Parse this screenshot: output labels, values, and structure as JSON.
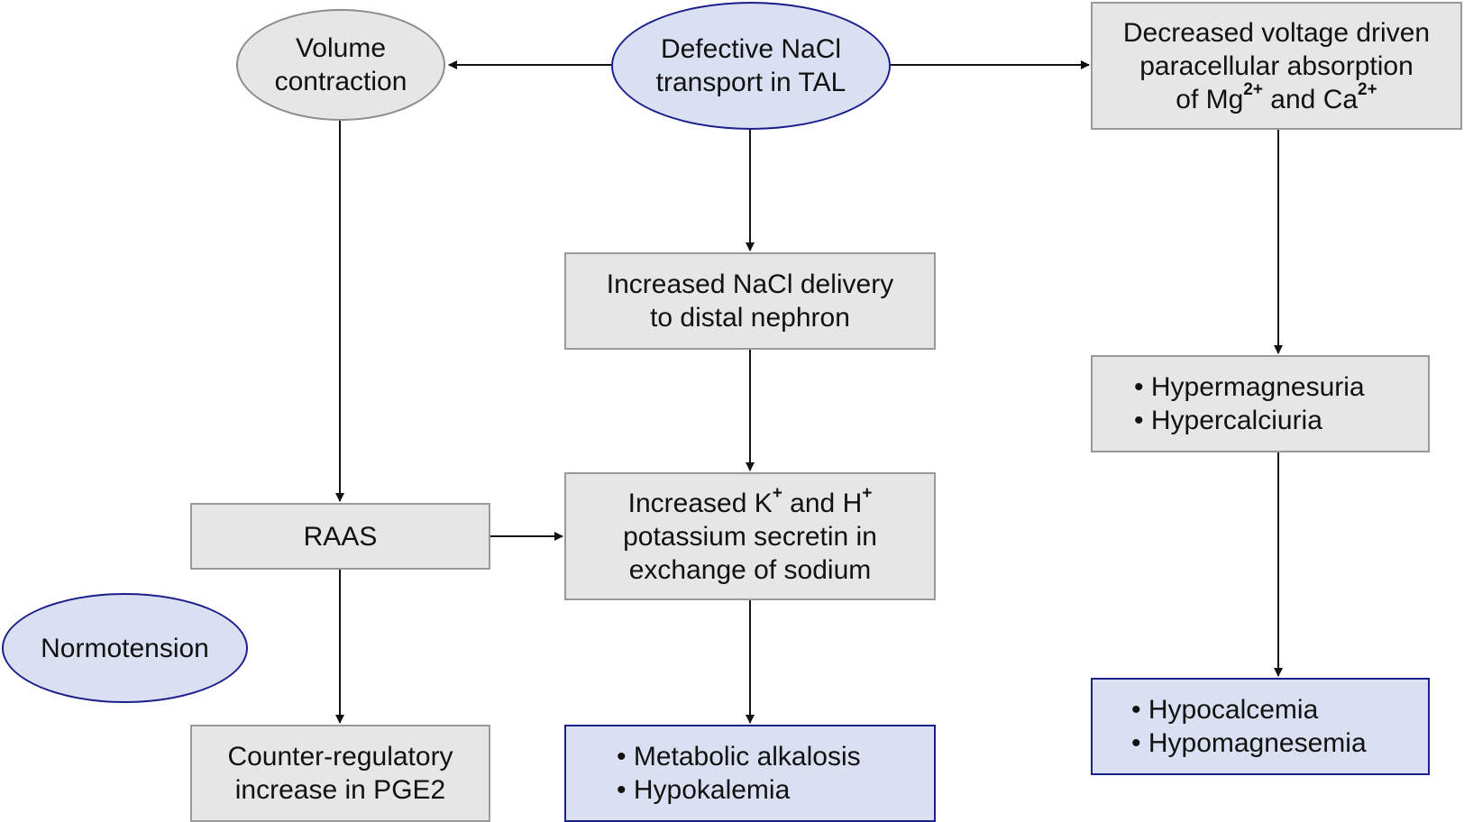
{
  "nodes": {
    "defective": {
      "line1": "Defective NaCl",
      "line2": "transport in TAL"
    },
    "volume": {
      "line1": "Volume",
      "line2": "contraction"
    },
    "decreased": {
      "line1": "Decreased voltage driven",
      "line2": "paracellular absorption",
      "line3_a": "of Mg",
      "line3_sup1": "2+",
      "line3_b": " and Ca",
      "line3_sup2": "2+"
    },
    "nacl_delivery": {
      "line1": "Increased NaCl delivery",
      "line2": "to distal nephron"
    },
    "raas": {
      "label": "RAAS"
    },
    "k_h_secretion": {
      "line1_a": "Increased K",
      "line1_sup1": "+",
      "line1_b": " and H",
      "line1_sup2": "+",
      "line2": "potassium secretin in",
      "line3": "exchange of sodium"
    },
    "normotension": {
      "label": "Normotension"
    },
    "pge2": {
      "line1": "Counter-regulatory",
      "line2": "increase in PGE2"
    },
    "alkalosis": {
      "items": [
        "Metabolic alkalosis",
        "Hypokalemia"
      ]
    },
    "hyperexcretion": {
      "items": [
        "Hypermagnesuria",
        "Hypercalciuria"
      ]
    },
    "hypocalcemia": {
      "items": [
        "Hypocalcemia",
        "Hypomagnesemia"
      ]
    }
  },
  "colors": {
    "grey_fill": "#e6e6e6",
    "grey_border": "#9a9a9a",
    "blue_fill": "#dadff2",
    "blue_border": "#1a1f8c",
    "arrow": "#111111"
  }
}
